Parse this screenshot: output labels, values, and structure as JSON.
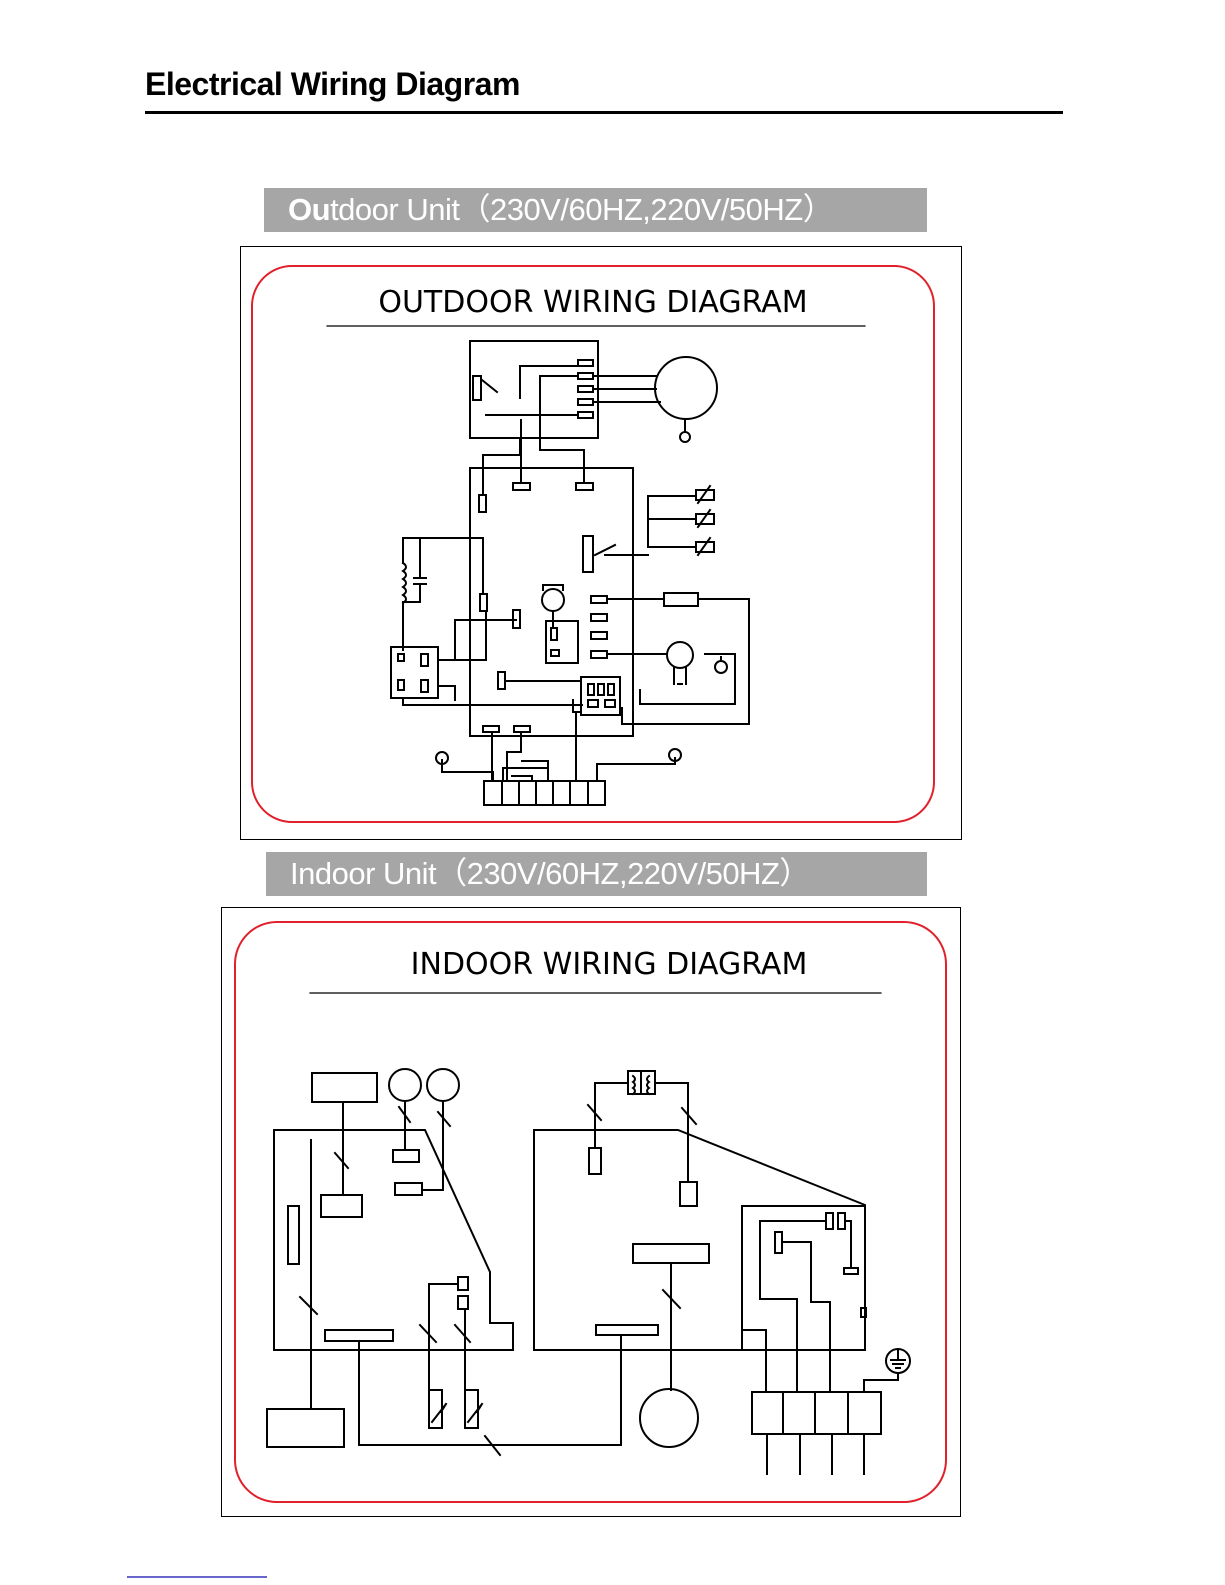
{
  "page": {
    "title": "Electrical Wiring Diagram"
  },
  "outdoor": {
    "bar_bold": "Ou",
    "bar_rest": "tdoor Unit（230V/60HZ,220V/50HZ）",
    "diagram_title": "OUTDOOR WIRING DIAGRAM"
  },
  "indoor": {
    "bar_text": "Indoor Unit（230V/60HZ,220V/50HZ）",
    "diagram_title": "INDOOR WIRING DIAGRAM"
  },
  "colors": {
    "border_red": "#e0202a",
    "bar_gray": "#a6a6a6",
    "line": "#000000"
  }
}
